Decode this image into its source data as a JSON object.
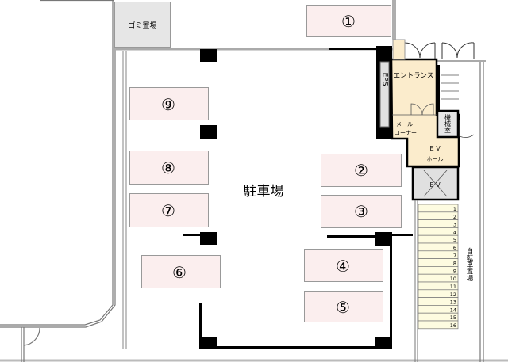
{
  "title": "駐車場",
  "garbage_area": "ゴミ置場",
  "entrance": "エントランス",
  "eps": "EPS",
  "mail_corner": [
    "メール",
    "コーナー"
  ],
  "ev_hall": [
    "ＥＶ",
    "ホール"
  ],
  "elevator": "ＥＶ",
  "machine_room": "機械室",
  "bicycle_parking": "自転車置場",
  "parking_spaces": [
    {
      "id": "space-1",
      "label": "①"
    },
    {
      "id": "space-2",
      "label": "②"
    },
    {
      "id": "space-3",
      "label": "③"
    },
    {
      "id": "space-4",
      "label": "④"
    },
    {
      "id": "space-5",
      "label": "⑤"
    },
    {
      "id": "space-6",
      "label": "⑥"
    },
    {
      "id": "space-7",
      "label": "⑦"
    },
    {
      "id": "space-8",
      "label": "⑧"
    },
    {
      "id": "space-9",
      "label": "⑨"
    }
  ],
  "bicycle_slots": [
    "1",
    "2",
    "3",
    "4",
    "5",
    "6",
    "7",
    "8",
    "9",
    "10",
    "11",
    "12",
    "13",
    "14",
    "15",
    "16"
  ],
  "colors": {
    "space_fill": "#fbeeee",
    "room_fill": "#fbeccc",
    "gray_fill": "#e6e6e6",
    "bike_fill": "#fdfbe0"
  }
}
